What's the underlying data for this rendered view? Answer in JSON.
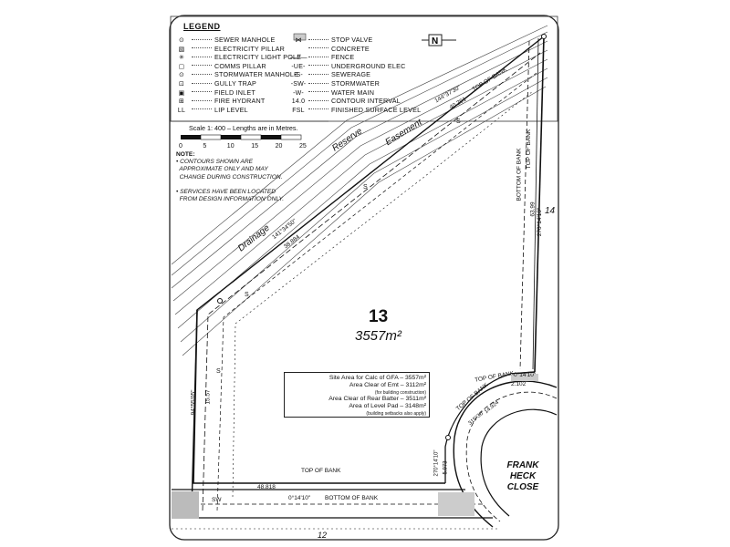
{
  "legend": {
    "title": "LEGEND",
    "left": [
      {
        "sym": "⊙",
        "label": "SEWER MANHOLE",
        "icon": "sewer-manhole-icon"
      },
      {
        "sym": "▧",
        "label": "ELECTRICITY PILLAR",
        "icon": "electricity-pillar-icon"
      },
      {
        "sym": "✳",
        "label": "ELECTRICITY LIGHT POLE",
        "icon": "light-pole-icon"
      },
      {
        "sym": "▢",
        "label": "COMMS PILLAR",
        "icon": "comms-pillar-icon"
      },
      {
        "sym": "⊙",
        "label": "STORMWATER MANHOLE",
        "icon": "stormwater-manhole-icon"
      },
      {
        "sym": "⊡",
        "label": "GULLY TRAP",
        "icon": "gully-trap-icon"
      },
      {
        "sym": "▣",
        "label": "FIELD INLET",
        "icon": "field-inlet-icon"
      },
      {
        "sym": "⊞",
        "label": "FIRE HYDRANT",
        "icon": "fire-hydrant-icon"
      },
      {
        "sym": "LL",
        "label": "LIP LEVEL",
        "icon": "lip-level-icon"
      }
    ],
    "right": [
      {
        "sym": "⋈",
        "label": "STOP VALVE",
        "icon": "stop-valve-icon"
      },
      {
        "sym": "",
        "label": "CONCRETE",
        "icon": "concrete-icon"
      },
      {
        "sym": "—//—",
        "label": "FENCE",
        "icon": "fence-icon"
      },
      {
        "sym": "-UE-",
        "label": "UNDERGROUND ELEC",
        "icon": "underground-elec-icon"
      },
      {
        "sym": "-S-",
        "label": "SEWERAGE",
        "icon": "sewerage-icon"
      },
      {
        "sym": "-SW-",
        "label": "STORMWATER",
        "icon": "stormwater-icon"
      },
      {
        "sym": "-W-",
        "label": "WATER MAIN",
        "icon": "water-main-icon"
      },
      {
        "sym": "14.0",
        "label": "CONTOUR INTERVAL",
        "icon": "contour-interval-icon"
      },
      {
        "sym": "FSL",
        "label": "FINISHED SURFACE LEVEL",
        "icon": "fsl-icon"
      }
    ]
  },
  "scale": {
    "label": "Scale 1: 400 – Lengths are in Metres.",
    "ticks": [
      "0",
      "5",
      "10",
      "15",
      "20",
      "25"
    ]
  },
  "note": {
    "heading": "NOTE:",
    "items": [
      "• CONTOURS SHOWN ARE",
      "  APPROXIMATE ONLY AND MAY",
      "  CHANGE DURING CONSTRUCTION.",
      "",
      "• SERVICES HAVE BEEN LOCATED",
      "  FROM DESIGN INFORMATION ONLY."
    ]
  },
  "lot": {
    "number": "13",
    "area": "3557m²"
  },
  "area_box": {
    "rows": [
      "Site Area for Calc of GFA – 3557m²",
      "Area Clear of Emt – 3112m²"
    ],
    "note1": "(for building construction)",
    "rows2": [
      "Area Clear of Rear Batter – 3511m²",
      "Area of Level Pad – 3148m²"
    ],
    "note2": "(building setbacks also apply)"
  },
  "street": {
    "line1": "FRANK",
    "line2": "HECK",
    "line3": "CLOSE"
  },
  "labels": {
    "drainage": "Drainage",
    "reserve": "Reserve",
    "easement": "Easement",
    "bearing_top": "144°37'30\"",
    "dist_top": "40.291",
    "top_of_bank_1": "TOP OF BANK",
    "bearing_mid": "141°34'50\"",
    "dist_mid": "38.884",
    "bottom_of_bank_east": "BOTTOM OF BANK",
    "top_of_bank_east": "TOP OF BANK",
    "dist_east": "63.99",
    "bearing_east": "270°14'10\"",
    "lot_14": "14",
    "bearing_west": "94°55'05\"",
    "dist_west": "15.57",
    "top_of_bank_south": "TOP OF BANK",
    "dist_south": "48.818",
    "bearing_south": "0°14'10\"",
    "bottom_of_bank_south": "BOTTOM OF BANK",
    "lot_12": "12",
    "sw": "SW",
    "top_of_bank_corner": "TOP OF BANK",
    "bearing_corner": "0°14'10\"",
    "dist_corner": "2.102",
    "top_of_bank_arc": "TOP OF BANK",
    "arc_bearing": "315°30'",
    "arc_dist": "14.924",
    "arc_bearing2": "270°14'10\"",
    "arc_dist2": "5.973",
    "s": "S"
  }
}
